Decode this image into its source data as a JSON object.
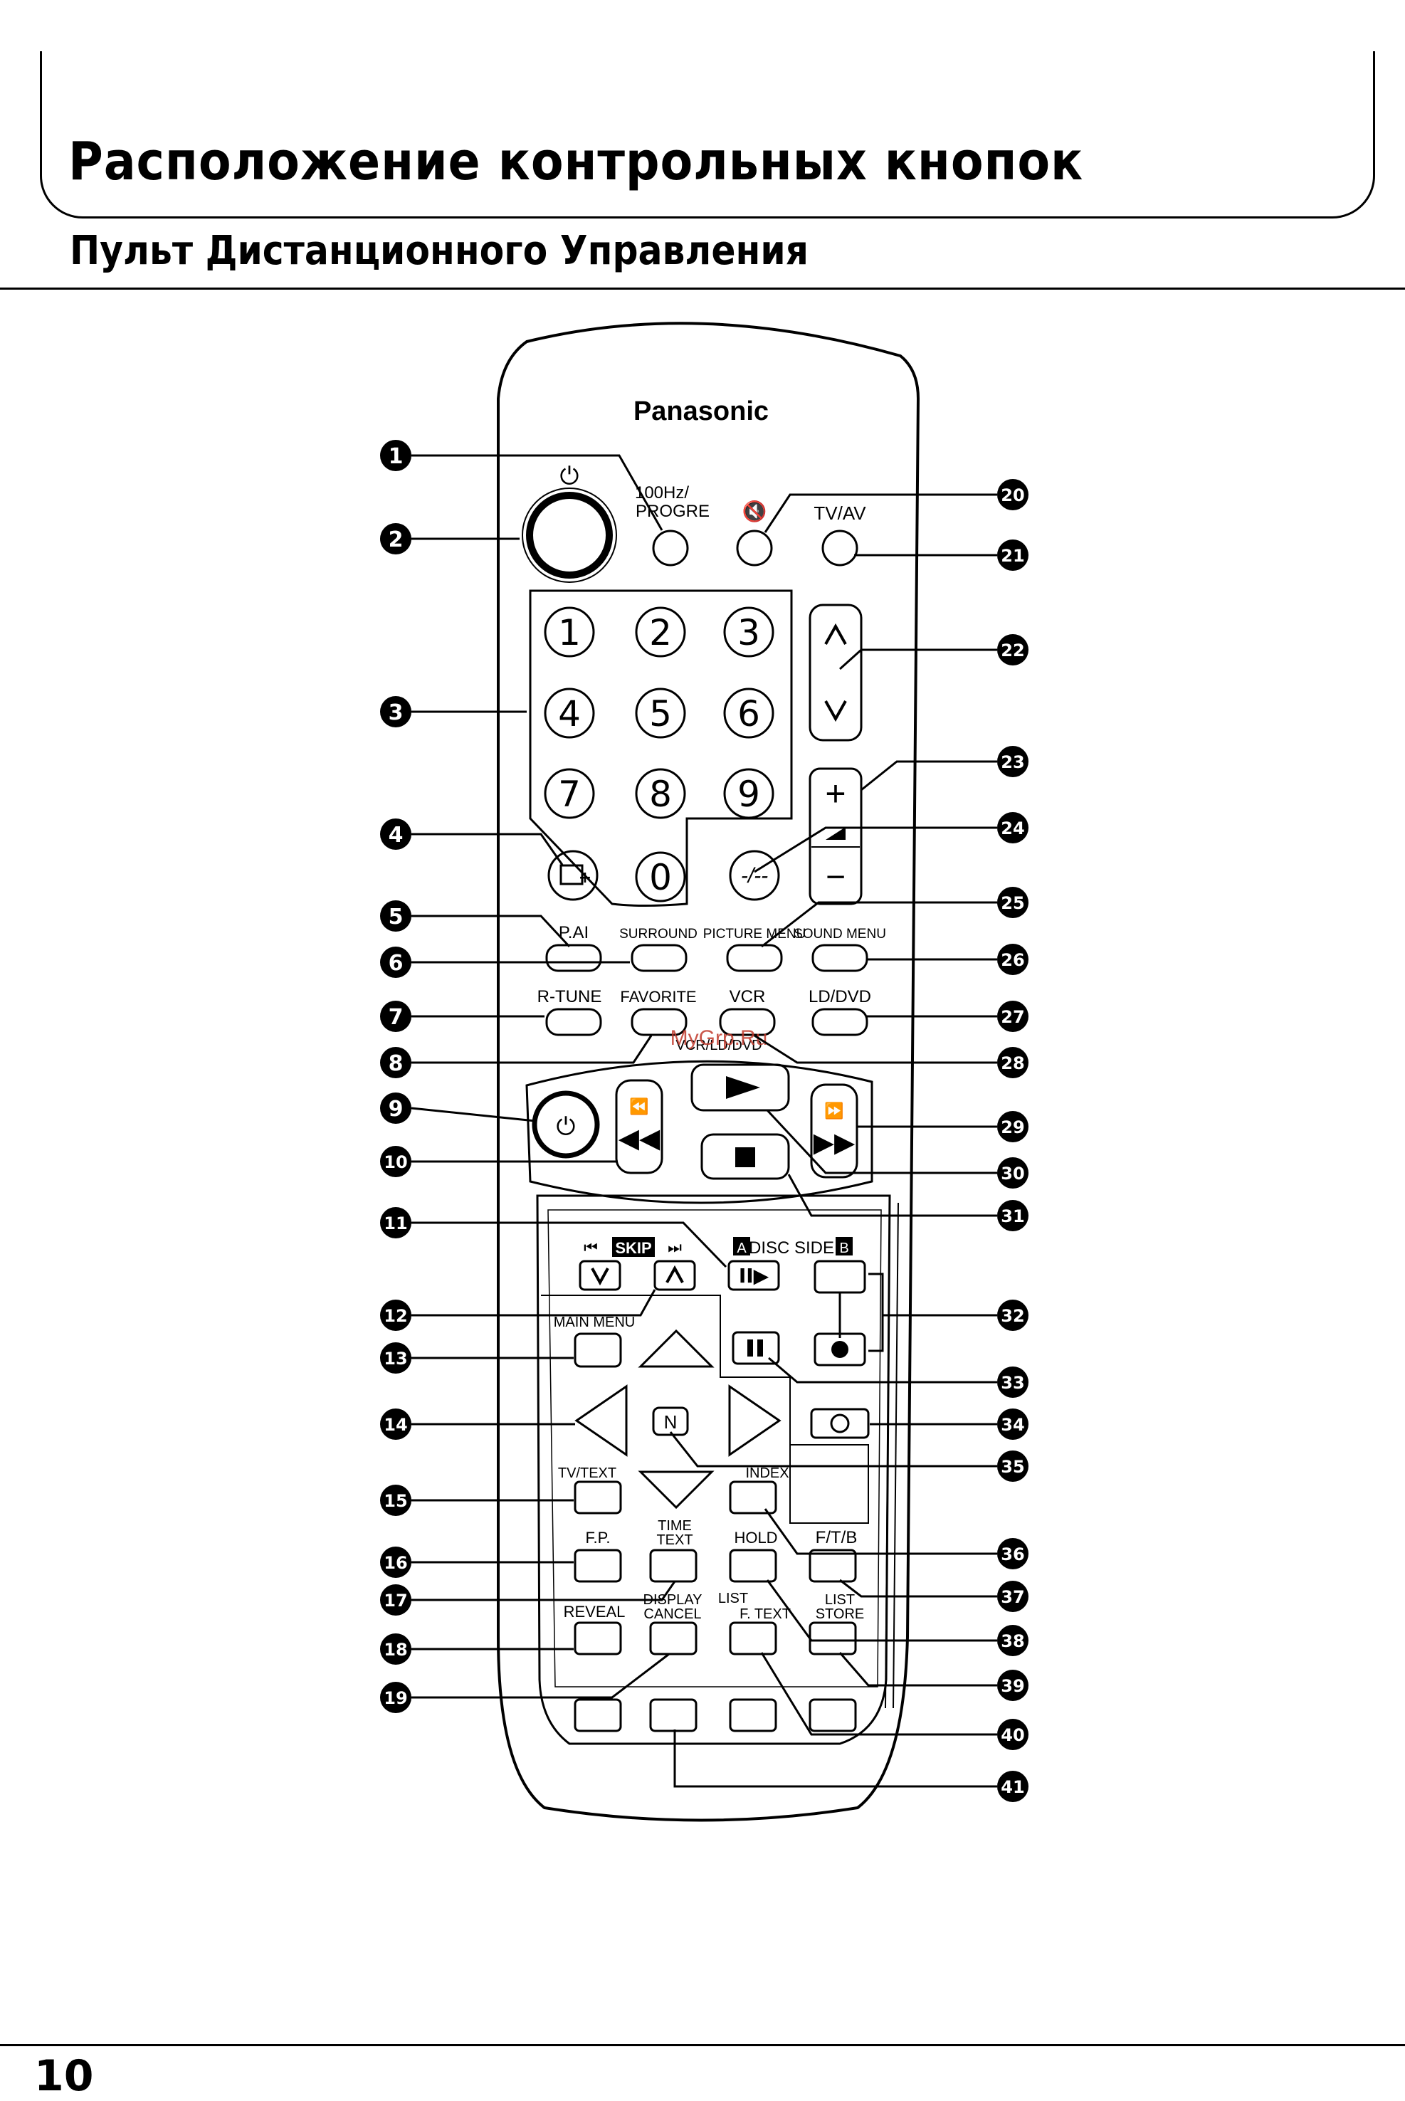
{
  "header": {
    "title": "Расположение контрольных кнопок",
    "subtitle": "Пульт Дистанционного Управления"
  },
  "footer": {
    "page_number": "10"
  },
  "remote": {
    "brand": "Panasonic",
    "labels": {
      "power_symbol": "⏻",
      "progre": "100Hz/\nPROGRE",
      "mute": "🔇",
      "tvav": "TV/AV",
      "numbers": [
        "1",
        "2",
        "3",
        "4",
        "5",
        "6",
        "7",
        "8",
        "9",
        "0"
      ],
      "ch_up": "^",
      "ch_down": "v",
      "vol_plus": "+",
      "vol_minus": "−",
      "slash_dash": "-/--",
      "pai": "P.AI",
      "surround": "SURROUND",
      "picture_menu": "PICTURE MENU",
      "sound_menu": "SOUND MENU",
      "rtune": "R-TUNE",
      "favorite": "FAVORITE",
      "vcr": "VCR",
      "lddvd": "LD/DVD",
      "vcrlddvd": "VCR/LD/DVD",
      "watermark": "MyGrp.Ru",
      "skip": "SKIP",
      "disc_side": "DISC SIDE",
      "side_a": "A",
      "side_b": "B",
      "main_menu": "MAIN MENU",
      "tvtext": "TV/TEXT",
      "n": "N",
      "index": "INDEX",
      "time_text": "TIME\nTEXT",
      "fp": "F.P.",
      "hold": "HOLD",
      "ftb": "F/T/B",
      "reveal": "REVEAL",
      "display_cancel": "DISPLAY\nCANCEL",
      "list": "LIST",
      "ftext": "F. TEXT",
      "list_store": "LIST\nSTORE"
    },
    "callouts": [
      "1",
      "2",
      "3",
      "4",
      "5",
      "6",
      "7",
      "8",
      "9",
      "10",
      "11",
      "12",
      "13",
      "14",
      "15",
      "16",
      "17",
      "18",
      "19",
      "20",
      "21",
      "22",
      "23",
      "24",
      "25",
      "26",
      "27",
      "28",
      "29",
      "30",
      "31",
      "32",
      "33",
      "34",
      "35",
      "36",
      "37",
      "38",
      "39",
      "40",
      "41"
    ]
  }
}
